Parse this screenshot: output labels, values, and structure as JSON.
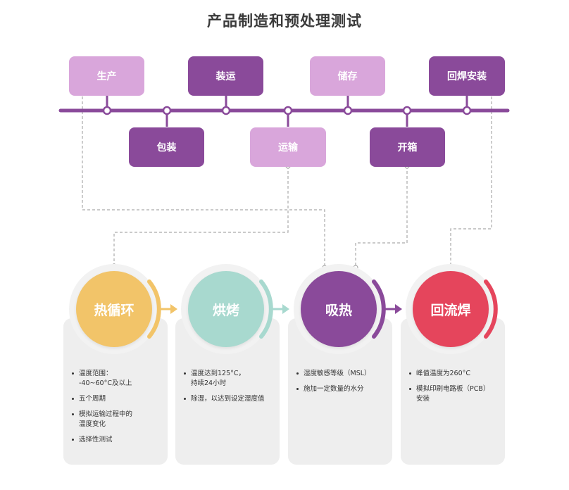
{
  "title": "产品制造和预处理测试",
  "colors": {
    "timeline": "#8a4a9a",
    "stage_dark": "#8a4a9a",
    "stage_light": "#d9a6db",
    "thermal_cycle": "#f2c469",
    "bake": "#a8d9cf",
    "soak": "#8a4a9a",
    "reflow": "#e5455c"
  },
  "stages": {
    "production": "生产",
    "packing": "包装",
    "shipping": "装运",
    "transport": "运输",
    "storage": "储存",
    "unpacking": "开箱",
    "reflow_mounting": "回焊安装"
  },
  "steps": [
    {
      "label": "热循环",
      "bullets": [
        "温度范围：\n-40~60°C及以上",
        "五个周期",
        "模拟运输过程中的\n温度变化",
        "选择性测试"
      ]
    },
    {
      "label": "烘烤",
      "bullets": [
        "温度达到125°C，\n持续24小时",
        "除湿，以达到设定湿度值"
      ]
    },
    {
      "label": "吸热",
      "bullets": [
        "湿度敏感等级（MSL）",
        "施加一定数量的水分"
      ]
    },
    {
      "label": "回流焊",
      "bullets": [
        "峰值温度为260°C",
        "模拟印刷电路板（PCB）\n安装"
      ]
    }
  ]
}
